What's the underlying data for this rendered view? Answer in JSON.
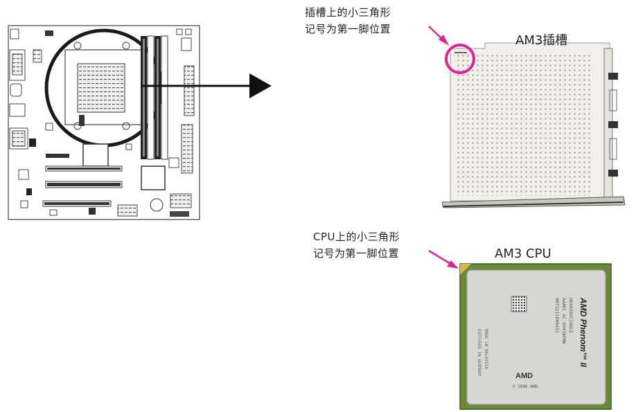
{
  "socket_note": {
    "line1": "插槽上的小三角形",
    "line2": "记号为第一脚位置"
  },
  "socket_title": "AM3插槽",
  "cpu_note": {
    "line1": "CPU上的小三角形",
    "line2": "记号为第一脚位置"
  },
  "cpu_title": "AM3 CPU",
  "cpu_chip_text": {
    "brand": "AMD Phenom™ II",
    "logo": "AMD"
  },
  "colors": {
    "highlight": "#e0229a",
    "pcb": "#6a8a3a",
    "board_line": "#333333"
  }
}
